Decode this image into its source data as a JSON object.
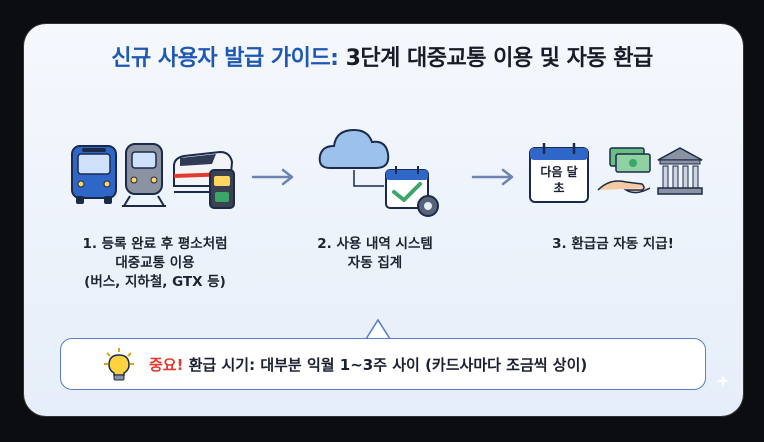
{
  "title": {
    "highlight": "신규 사용자 발급 가이드:",
    "rest": "3단계 대중교통 이용 및 자동 환급"
  },
  "steps": [
    {
      "caption_lines": [
        "1. 등록 완료 후 평소처럼",
        "대중교통 이용",
        "(버스, 지하철, GTX 등)"
      ]
    },
    {
      "caption_lines": [
        "2. 사용 내역 시스템",
        "자동 집계"
      ]
    },
    {
      "caption_lines": [
        "3. 환급금 자동 지급!"
      ],
      "calendar_label": [
        "다음 달",
        "초"
      ]
    }
  ],
  "callout": {
    "important": "중요!",
    "text": "환급 시기: 대부분 익월 1~3주 사이 (카드사마다 조금씩 상이)"
  },
  "colors": {
    "title_highlight": "#1f57b5",
    "important": "#e23a2f",
    "accent_blue": "#2f67c9",
    "accent_green": "#3aa66a"
  }
}
